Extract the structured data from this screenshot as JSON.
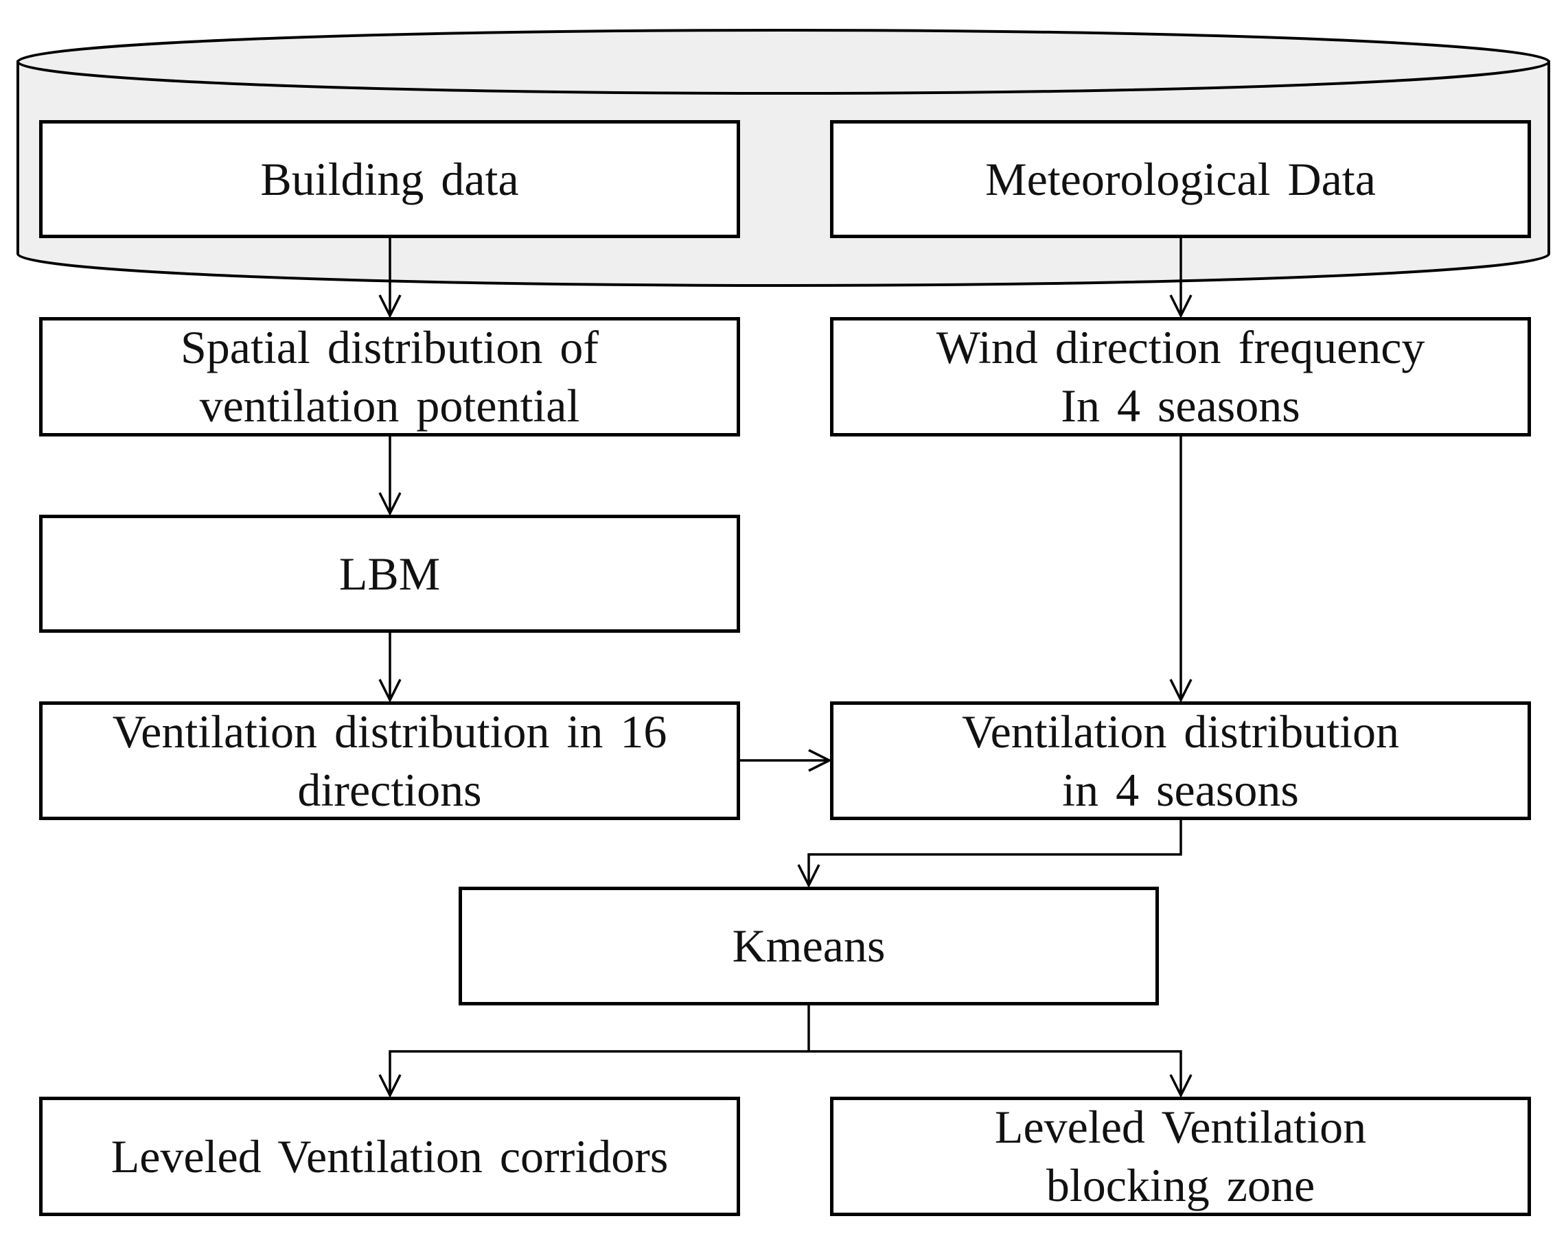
{
  "nodes": {
    "building_data": "Building data",
    "meteorological_data": "Meteorological Data",
    "spatial_distribution": "Spatial distribution of\nventilation potential",
    "wind_direction_frequency": "Wind direction frequency\nIn 4 seasons",
    "lbm": "LBM",
    "ventilation_16_directions": "Ventilation distribution in 16\ndirections",
    "ventilation_4_seasons": "Ventilation distribution\nin 4 seasons",
    "kmeans": "Kmeans",
    "leveled_corridors": "Leveled Ventilation corridors",
    "leveled_blocking_zone": "Leveled Ventilation\nblocking zone"
  },
  "edges": [
    {
      "from": "building_data",
      "to": "spatial_distribution"
    },
    {
      "from": "meteorological_data",
      "to": "wind_direction_frequency"
    },
    {
      "from": "spatial_distribution",
      "to": "lbm"
    },
    {
      "from": "lbm",
      "to": "ventilation_16_directions"
    },
    {
      "from": "wind_direction_frequency",
      "to": "ventilation_4_seasons"
    },
    {
      "from": "ventilation_16_directions",
      "to": "ventilation_4_seasons"
    },
    {
      "from": "ventilation_4_seasons",
      "to": "kmeans"
    },
    {
      "from": "kmeans",
      "to": "leveled_corridors"
    },
    {
      "from": "kmeans",
      "to": "leveled_blocking_zone"
    }
  ],
  "colors": {
    "stroke": "#000000",
    "box_fill": "#ffffff",
    "data_source_fill": "#efefef"
  }
}
